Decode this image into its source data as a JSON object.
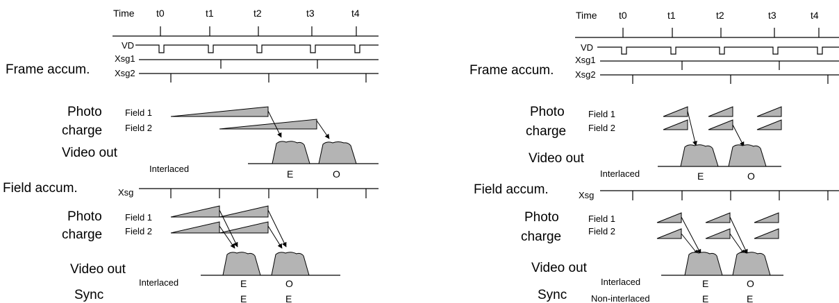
{
  "labels": {
    "time": "Time",
    "t0": "t0",
    "t1": "t1",
    "t2": "t2",
    "t3": "t3",
    "t4": "t4",
    "vd": "VD",
    "xsg1": "Xsg1",
    "xsg2": "Xsg2",
    "xsg": "Xsg",
    "frame_accum": "Frame accum.",
    "field_accum": "Field accum.",
    "photo": "Photo",
    "charge": "charge",
    "field1": "Field 1",
    "field2": "Field 2",
    "video_out": "Video out",
    "interlaced": "Interlaced",
    "non_interlaced": "Non-interlaced",
    "sync": "Sync",
    "E": "E",
    "O": "O"
  },
  "colors": {
    "fill": "#b4b4b4",
    "stroke": "#000000"
  }
}
